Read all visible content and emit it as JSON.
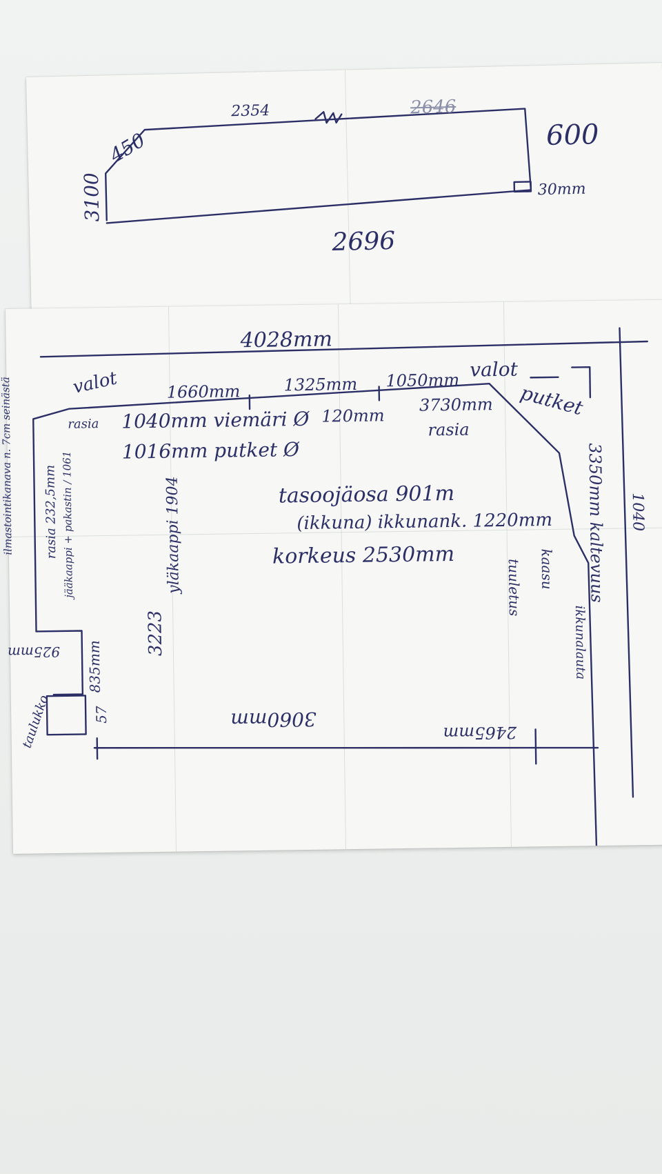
{
  "sheet_top": {
    "top_length": "2354",
    "top_crossed": "2646",
    "corner": "450",
    "left_side": "3100",
    "right_side": "600",
    "corner_mark": "30mm",
    "bottom_length": "2696"
  },
  "sheet_bottom": {
    "overall_width": "4028mm",
    "air_label": "ilmastointikanava n. 7cm seinästä",
    "lights_left": "valot",
    "lights_right": "valot",
    "pipes_right": "putket",
    "seg_1": "1660mm",
    "seg_2": "1325mm",
    "seg_3": "1050mm",
    "seg_4": "3730mm",
    "box_label_right": "rasia",
    "box_label_left": "rasia",
    "drain": "1040mm viemäri Ø",
    "pipes": "1016mm putket Ø",
    "width_120": "120mm",
    "counter_depth": "tasoojäosa 901m",
    "window": "(ikkuna) ikkunank. 1220mm",
    "height": "korkeus 2530mm",
    "left_box_note": "rasia 232,5mm",
    "left_cabinet_note": "jääkaappi + pakastin / 1061",
    "upper_cabinet": "yläkaappi 1904",
    "left_length": "3223",
    "right_side_length": "3350mm kaltevuus",
    "right_note": "tuuletus",
    "right_side_note": "kaasu",
    "right_lower": "ikkunalauta",
    "right_edge": "1040",
    "left_width": "925mm",
    "left_height": "835mm",
    "left_small": "57",
    "table_label": "taulukko",
    "bottom_length": "3060mm",
    "bottom_right": "2465mm"
  }
}
